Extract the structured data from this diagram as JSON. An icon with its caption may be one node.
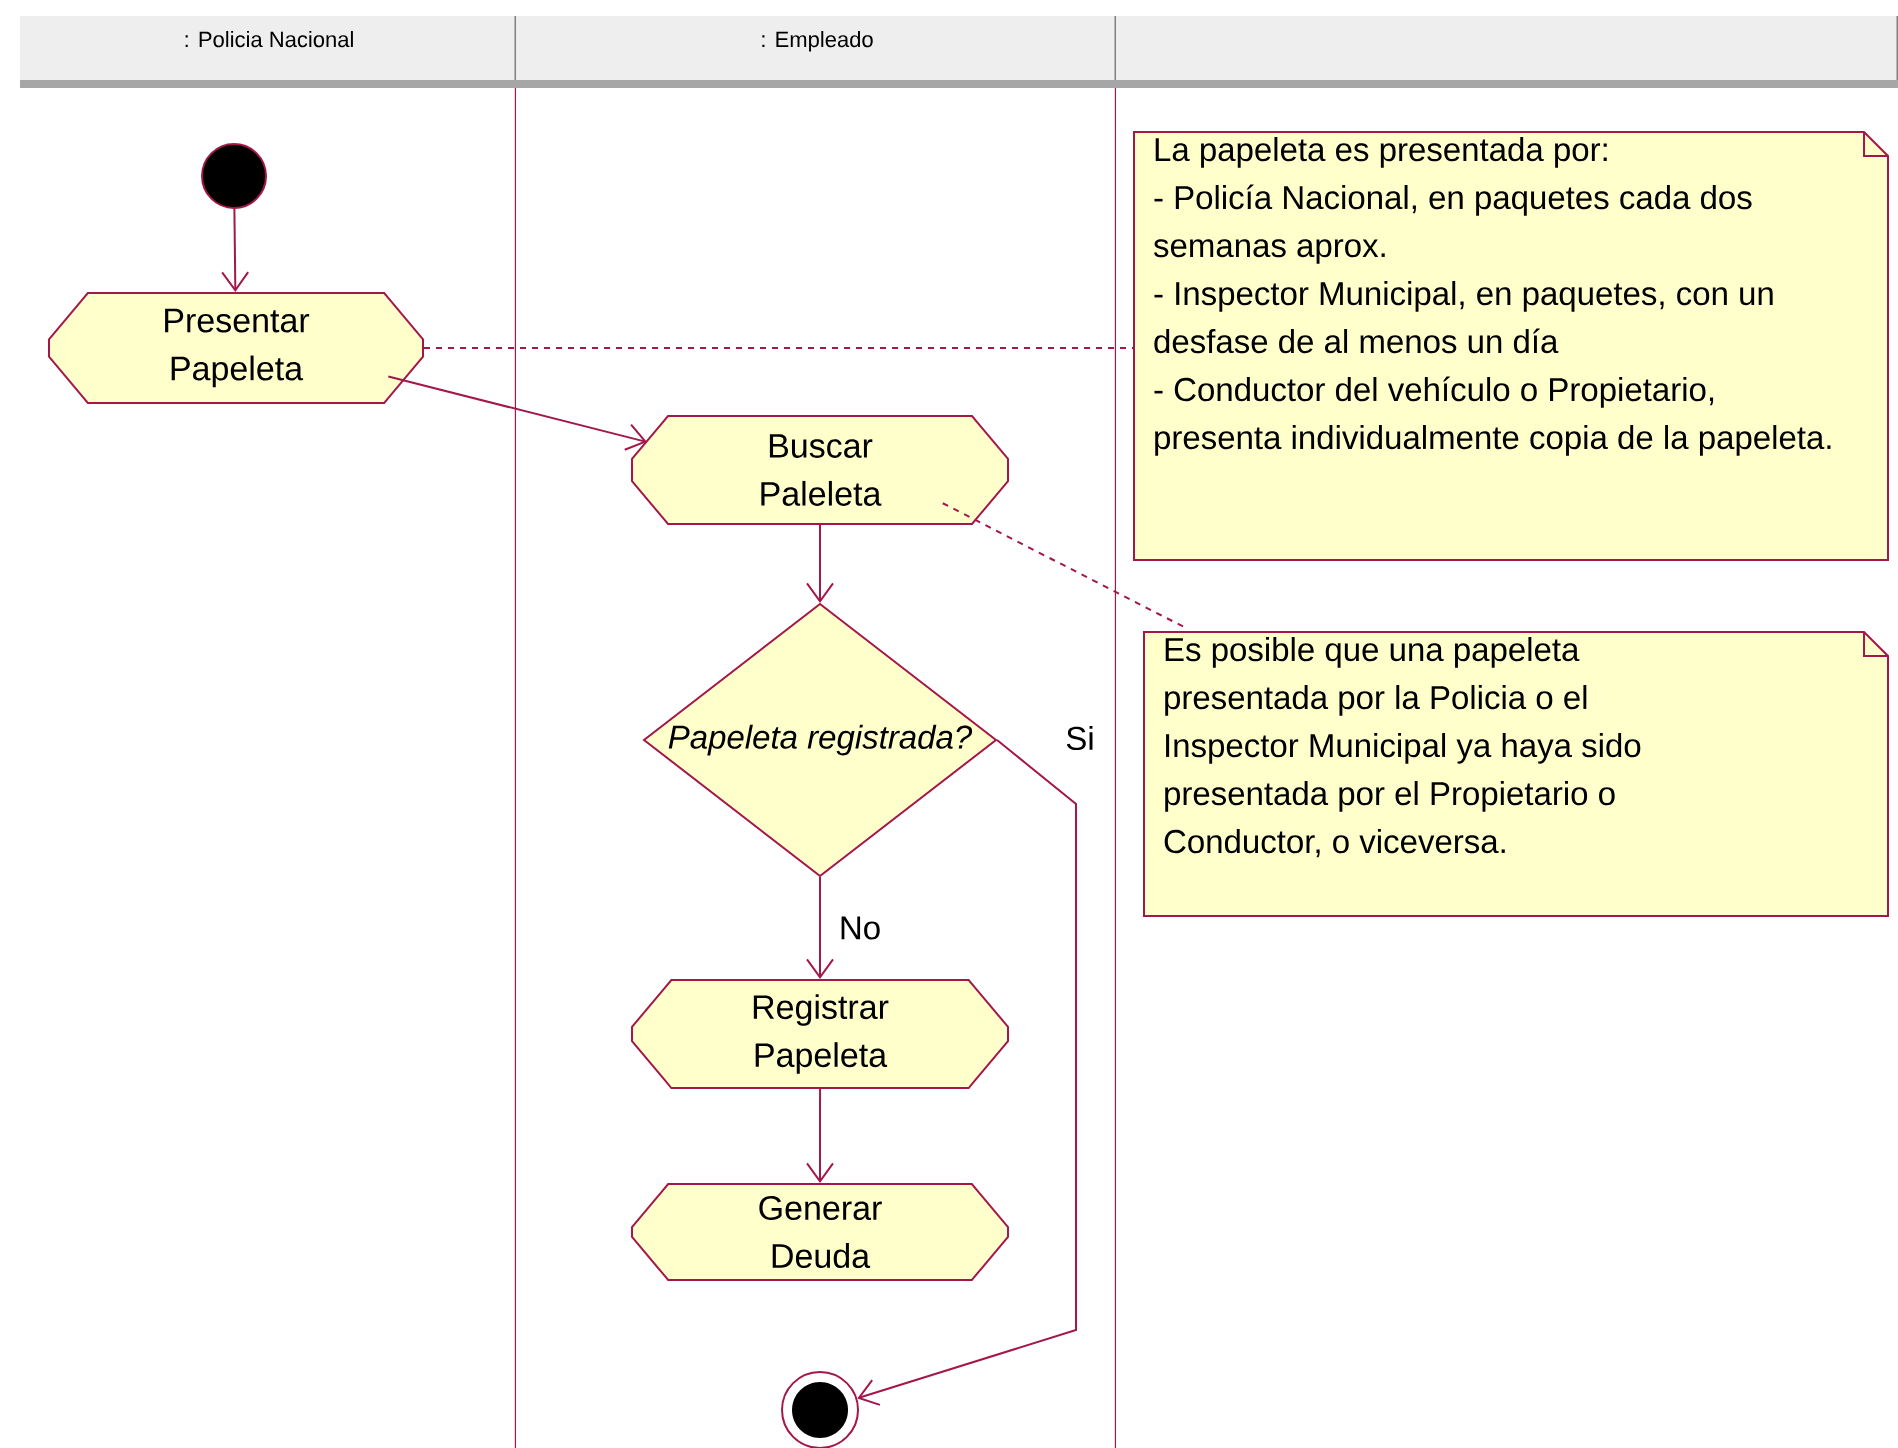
{
  "diagram": {
    "nodes": [
      {
        "text": [
          ": Policia Nacional"
        ]
      },
      {
        "text": [
          ": Empleado"
        ]
      },
      {
        "text": [],
        "shape": "box"
      },
      {
        "text": [],
        "shape": "circle",
        "in": 0
      },
      {
        "text": [
          "Presentar Papeleta"
        ],
        "in": 0
      },
      {
        "text": [
          "Buscar Paleleta"
        ],
        "in": 1
      },
      {
        "text": [
          "Papeleta registrada?"
        ],
        "in": 1
      },
      {
        "text": [
          "Registrar Papeleta"
        ],
        "in": 1
      },
      {
        "text": [
          "Generar Deuda"
        ],
        "in": 1
      },
      {
        "text": [],
        "shape": "circle",
        "in": 1
      },
      {
        "text": [
          "La papeleta es presentada por:",
          "- Policía Nacional, en paquetes cada dos semanas aprox.",
          "- Inspector Municipal, en paquetes, con un desfase de al menos un día",
          "- Conductor del vehículo o Propietario, presenta individualmente copia de la papeleta."
        ],
        "in": 2
      },
      {
        "text": [
          "Es posible que una papeleta presentada por la Policia o el Inspector Municipal ya haya sido presentada por el Propietario o Conductor, o viceversa."
        ],
        "in": 2
      }
    ],
    "edges": [
      {
        "from": 3,
        "to": 4,
        "arrow": "to"
      },
      {
        "from": 4,
        "to": 5,
        "arrow": "to"
      },
      {
        "from": 5,
        "to": 6,
        "arrow": "to"
      },
      {
        "from": 6,
        "to": 7,
        "arrow": "to",
        "label": "No"
      },
      {
        "from": 6,
        "to": 9,
        "arrow": "to",
        "label": "Si"
      },
      {
        "from": 7,
        "to": 8,
        "arrow": "to"
      },
      {
        "from": 4,
        "to": 10,
        "arrow": "none",
        "style": "dashed"
      },
      {
        "from": 5,
        "to": 11,
        "arrow": "none",
        "style": "dashed"
      }
    ]
  }
}
